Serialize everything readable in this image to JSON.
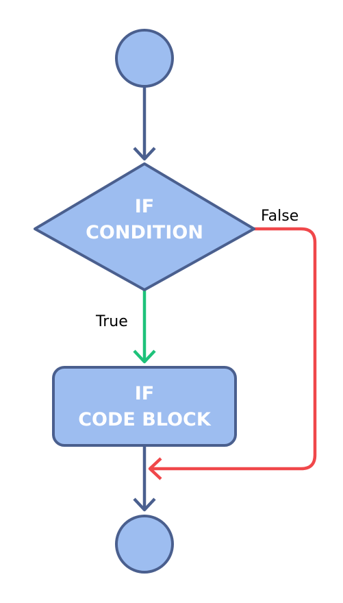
{
  "colors": {
    "node_fill": "#9dbdf0",
    "node_stroke": "#4a5f8e",
    "flow_edge": "#4a5f8e",
    "true_edge": "#1ec27a",
    "false_edge": "#f0474a",
    "node_text": "#ffffff",
    "label_text": "#000000"
  },
  "nodes": {
    "start": {
      "shape": "circle"
    },
    "condition": {
      "shape": "diamond",
      "line1": "IF",
      "line2": "CONDITION"
    },
    "code_block": {
      "shape": "rounded-rectangle",
      "line1": "IF",
      "line2": "CODE BLOCK"
    },
    "end": {
      "shape": "circle"
    }
  },
  "edges": {
    "true_label": "True",
    "false_label": "False"
  }
}
